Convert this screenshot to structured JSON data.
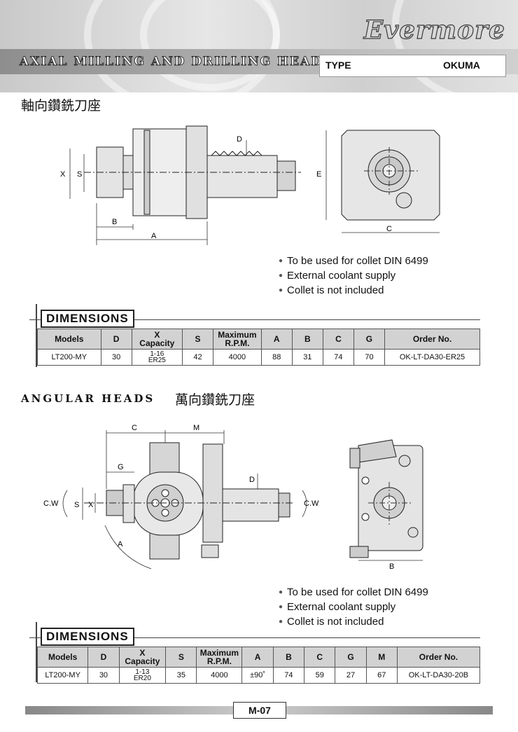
{
  "header": {
    "brand": "Evermore",
    "title": "AXIAL MILLING AND DRILLING HEAD",
    "type_label": "TYPE",
    "type_value": "OKUMA"
  },
  "section1": {
    "title_cn": "軸向鑽銑刀座",
    "front_labels": {
      "x": "X",
      "s": "S",
      "b": "B",
      "a": "A",
      "d": "D"
    },
    "side_labels": {
      "e": "E",
      "c": "C"
    },
    "bullets": [
      "To be used for collet DIN 6499",
      "External coolant supply",
      "Collet is not included"
    ],
    "dimensions_label": "DIMENSIONS",
    "table": {
      "headers": {
        "models": "Models",
        "d": "D",
        "x": "X",
        "capacity": "Capacity",
        "s": "S",
        "max1": "Maximum",
        "max2": "R.P.M.",
        "a": "A",
        "b": "B",
        "c": "C",
        "g": "G",
        "order": "Order No."
      },
      "row": {
        "model": "LT200-MY",
        "d": "30",
        "cap1": "1-16",
        "cap2": "ER25",
        "s": "42",
        "rpm": "4000",
        "a": "88",
        "b": "31",
        "c": "74",
        "g": "70",
        "order": "OK-LT-DA30-ER25"
      }
    }
  },
  "section2": {
    "title_en": "ANGULAR HEADS",
    "title_cn": "萬向鑽銑刀座",
    "front_labels": {
      "c": "C",
      "m": "M",
      "g": "G",
      "cw1": "C.W",
      "s": "S",
      "x": "X",
      "a": "A",
      "d": "D",
      "cw2": "C.W"
    },
    "side_labels": {
      "b": "B"
    },
    "bullets": [
      "To be used for collet DIN 6499",
      "External coolant supply",
      "Collet is not included"
    ],
    "dimensions_label": "DIMENSIONS",
    "table": {
      "headers": {
        "models": "Models",
        "d": "D",
        "x": "X",
        "capacity": "Capacity",
        "s": "S",
        "max1": "Maximum",
        "max2": "R.P.M.",
        "a": "A",
        "b": "B",
        "c": "C",
        "g": "G",
        "m": "M",
        "order": "Order No."
      },
      "row": {
        "model": "LT200-MY",
        "d": "30",
        "cap1": "1-13",
        "cap2": "ER20",
        "s": "35",
        "rpm": "4000",
        "a": "±90˚",
        "b": "74",
        "c": "59",
        "g": "27",
        "m": "67",
        "order": "OK-LT-DA30-20B"
      }
    }
  },
  "footer": {
    "page": "M-07"
  }
}
